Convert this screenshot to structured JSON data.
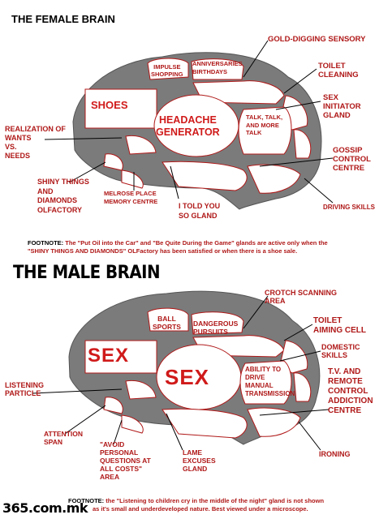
{
  "female": {
    "title": "THE FEMALE BRAIN",
    "labels": {
      "gold_digging": "GOLD-DIGGING SENSORY",
      "toilet_cleaning": "TOILET\nCLEANING",
      "sex_initiator": "SEX\nINITIATOR\nGLAND",
      "gossip": "GOSSIP\nCONTROL\nCENTRE",
      "driving_skills": "DRIVING SKILLS",
      "i_told_you": "I TOLD YOU\nSO GLAND",
      "melrose": "MELROSE PLACE\nMEMORY CENTRE",
      "shiny": "SHINY THINGS\nAND\nDIAMONDS\nOLFACTORY",
      "realization": "REALIZATION OF\nWANTS\nVS.\nNEEDS",
      "impulse": "IMPULSE\nSHOPPING",
      "anniversaries": "ANNIVERSARIES\nBIRTHDAYS",
      "shoes": "SHOES",
      "headache": "HEADACHE\nGENERATOR",
      "talk": "TALK, TALK,\nAND MORE\nTALK"
    },
    "footnote_prefix": "FOOTNOTE:",
    "footnote": "The \"Put Oil into the Car\" and \"Be Quite During the Game\" glands are active only when the",
    "footnote2": "\"SHINY THINGS AND DIAMONDS\" OLFactory has been satisfied or when there is a shoe sale."
  },
  "male": {
    "title": "THE MALE BRAIN",
    "labels": {
      "crotch": "CROTCH SCANNING\nAREA",
      "toilet_aiming": "TOILET\nAIMING CELL",
      "domestic": "DOMESTIC\nSKILLS",
      "tv": "T.V. AND\nREMOTE\nCONTROL\nADDICTION\nCENTRE",
      "ironing": "IRONING",
      "lame": "LAME\nEXCUSES\nGLAND",
      "avoid": "\"AVOID\nPERSONAL\nQUESTIONS AT\nALL COSTS\"\nAREA",
      "attention": "ATTENTION\nSPAN",
      "listening": "LISTENING\nPARTICLE",
      "ball_sports": "BALL\nSPORTS",
      "dangerous": "DANGEROUS\nPURSUITS",
      "sex1": "SEX",
      "sex2": "SEX",
      "ability": "ABILITY TO\nDRIVE\nMANUAL\nTRANSMISSION"
    },
    "footnote_prefix": "FOOTNOTE:",
    "footnote": "the \"Listening to children cry in the middle of the night\" gland is not shown",
    "footnote2": "as it's small and underdeveloped nature.  Best viewed under a microscope."
  },
  "watermark": "365.com.mk",
  "colors": {
    "brain": "#7b7b7b",
    "region_border": "#b01818",
    "label": "#b01818"
  }
}
